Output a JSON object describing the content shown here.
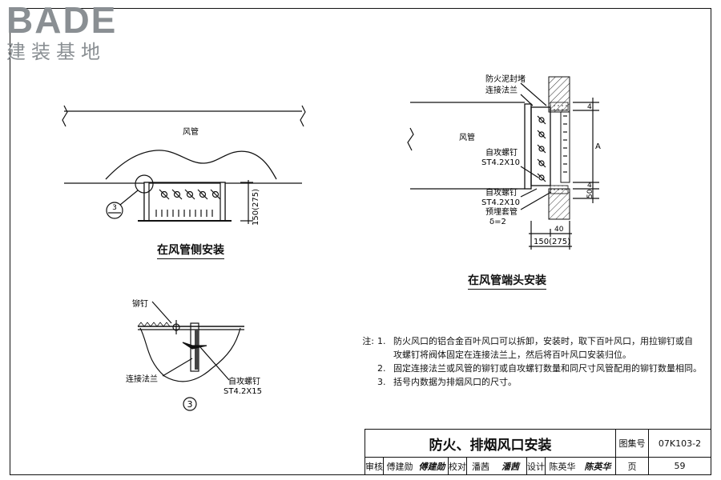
{
  "logo": {
    "brand": "BADE",
    "tagline": "建装基地"
  },
  "drawings": {
    "side": {
      "duct_label": "风管",
      "dim_label": "150(275)",
      "detail_ref": "3",
      "caption": "在风管侧安装"
    },
    "end": {
      "duct_label": "风管",
      "labels": {
        "fire_mud": "防火泥封堵",
        "flange": "连接法兰",
        "screw_a": "自攻螺钉",
        "screw_a_spec": "ST4.2X10",
        "screw_b": "自攻螺钉",
        "screw_b_spec": "ST4.2X10",
        "sleeve": "预埋套管",
        "delta": "δ=2"
      },
      "dims": {
        "a": "4",
        "b": "A",
        "c": "4",
        "d": "50",
        "e": "40",
        "f": "150(275)"
      },
      "caption": "在风管端头安装"
    },
    "detail": {
      "rivet": "铆钉",
      "flange": "连接法兰",
      "screw": "自攻螺钉",
      "screw_spec": "ST4.2X15",
      "number": "3"
    }
  },
  "notes": {
    "prefix": "注:",
    "items": [
      {
        "num": "1.",
        "lines": [
          "防火风口的铝合金百叶风口可以拆卸，安装时，取下百叶风口，用拉铆钉或自",
          "攻螺钉将阀体固定在连接法兰上，然后将百叶风口安装归位。"
        ]
      },
      {
        "num": "2.",
        "lines": [
          "固定连接法兰或风管的铆钉或自攻螺钉数量和同尺寸风管配用的铆钉数量相同。"
        ]
      },
      {
        "num": "3.",
        "lines": [
          "括号内数据为排烟风口的尺寸。"
        ]
      }
    ]
  },
  "title_block": {
    "title": "防火、排烟风口安装",
    "atlas_label": "图集号",
    "atlas_no": "07K103-2",
    "review_label": "审核",
    "reviewer": "傅建勋",
    "check_label": "校对",
    "checker": "潘茜",
    "design_label": "设计",
    "designer": "陈英华",
    "page_label": "页",
    "page_no": "59"
  }
}
